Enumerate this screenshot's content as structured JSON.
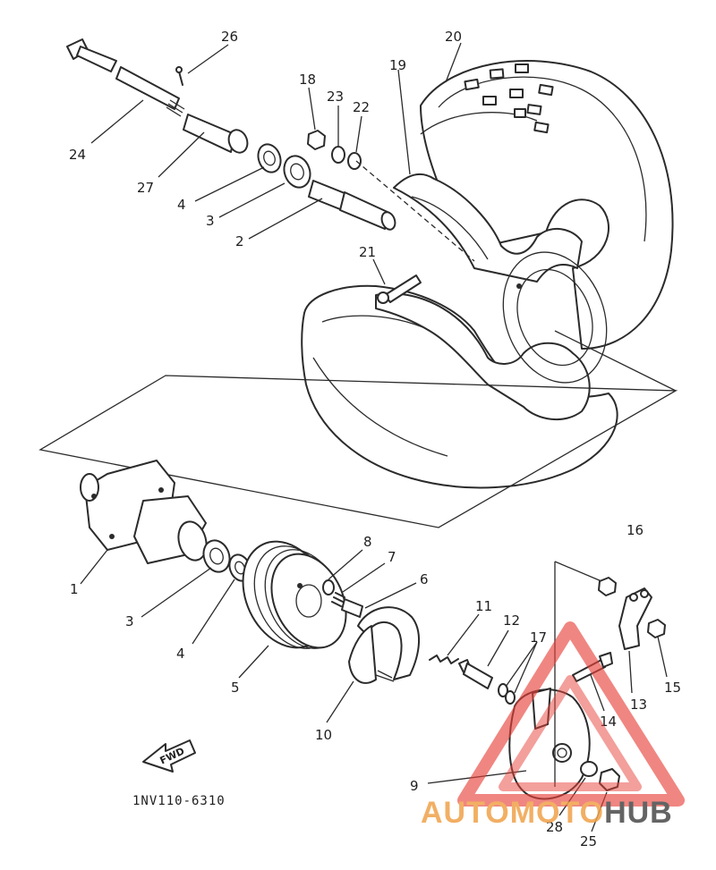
{
  "callouts": [
    {
      "id": "26",
      "label": "26"
    },
    {
      "id": "20",
      "label": "20"
    },
    {
      "id": "18",
      "label": "18"
    },
    {
      "id": "19",
      "label": "19"
    },
    {
      "id": "23",
      "label": "23"
    },
    {
      "id": "22",
      "label": "22"
    },
    {
      "id": "24",
      "label": "24"
    },
    {
      "id": "27",
      "label": "27"
    },
    {
      "id": "4a",
      "label": "4"
    },
    {
      "id": "3a",
      "label": "3"
    },
    {
      "id": "2",
      "label": "2"
    },
    {
      "id": "21",
      "label": "21"
    },
    {
      "id": "8",
      "label": "8"
    },
    {
      "id": "16",
      "label": "16"
    },
    {
      "id": "7",
      "label": "7"
    },
    {
      "id": "1",
      "label": "1"
    },
    {
      "id": "6",
      "label": "6"
    },
    {
      "id": "11",
      "label": "11"
    },
    {
      "id": "3b",
      "label": "3"
    },
    {
      "id": "12",
      "label": "12"
    },
    {
      "id": "17",
      "label": "17"
    },
    {
      "id": "4b",
      "label": "4"
    },
    {
      "id": "13",
      "label": "13"
    },
    {
      "id": "15",
      "label": "15"
    },
    {
      "id": "5",
      "label": "5"
    },
    {
      "id": "14",
      "label": "14"
    },
    {
      "id": "10",
      "label": "10"
    },
    {
      "id": "9",
      "label": "9"
    },
    {
      "id": "28",
      "label": "28"
    },
    {
      "id": "25",
      "label": "25"
    }
  ],
  "drawing_code": "1NV110-6310",
  "direction_arrow": {
    "label": "FWD"
  },
  "watermark": {
    "part1": "AUTOMOTO",
    "part2": "HUB",
    "triangle_color": "#e8423a",
    "part1_color": "#f0a24a",
    "part2_color": "#4a4a4a"
  }
}
